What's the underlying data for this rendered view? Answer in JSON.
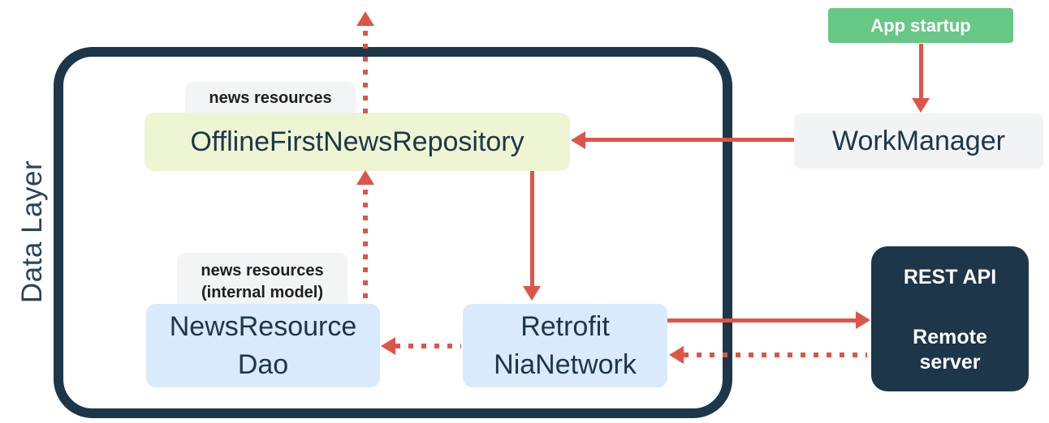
{
  "colors": {
    "navy": "#1D3649",
    "arrow_red": "#DC5647",
    "repository_yellow": "#EDF5D3",
    "box_blue": "#D8EAFB",
    "box_gray": "#F1F3F4",
    "startup_green": "#67C785",
    "tag_text": "#1F1F1F",
    "box_text": "#1D3649",
    "white_text": "#FFFFFF"
  },
  "container": {
    "label": "Data Layer"
  },
  "nodes": {
    "repository": {
      "label": "OfflineFirstNewsRepository"
    },
    "repository_tag": {
      "label": "news resources"
    },
    "dao": {
      "line1": "NewsResource",
      "line2": "Dao"
    },
    "dao_tag": {
      "line1": "news resources",
      "line2": "(internal model)"
    },
    "network": {
      "line1": "Retrofit",
      "line2": "NiaNetwork"
    },
    "workmanager": {
      "label": "WorkManager"
    },
    "app_startup": {
      "label": "App startup"
    },
    "remote": {
      "title": "REST API",
      "line1": "Remote",
      "line2": "server"
    }
  }
}
